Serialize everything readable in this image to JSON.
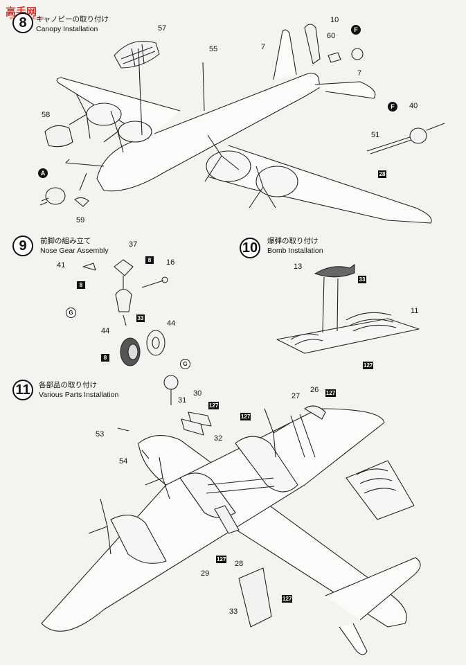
{
  "watermark": {
    "main": "高手网",
    "sub": "www.gaoshou.com"
  },
  "steps": [
    {
      "number": "8",
      "title_jp": "キャノピーの取り付け",
      "title_en": "Canopy Installation"
    },
    {
      "number": "9",
      "title_jp": "前脚の組み立て",
      "title_en": "Nose Gear Assembly"
    },
    {
      "number": "10",
      "title_jp": "爆弾の取り付け",
      "title_en": "Bomb Installation"
    },
    {
      "number": "11",
      "title_jp": "各部品の取り付け",
      "title_en": "Various Parts Installation"
    }
  ],
  "step8": {
    "parts": [
      "57",
      "55",
      "10",
      "60",
      "7",
      "7",
      "58",
      "51",
      "40",
      "59"
    ],
    "markers": [
      "F",
      "F",
      "A"
    ],
    "badges": [
      "28"
    ]
  },
  "step9": {
    "parts": [
      "37",
      "41",
      "16",
      "44",
      "44"
    ],
    "markers": [
      "G"
    ],
    "badges": [
      "8",
      "8",
      "33",
      "8"
    ]
  },
  "step10": {
    "parts": [
      "13",
      "11"
    ],
    "badges": [
      "33",
      "127"
    ]
  },
  "step11": {
    "parts": [
      "30",
      "31",
      "53",
      "54",
      "32",
      "27",
      "26",
      "29",
      "28",
      "33"
    ],
    "markers": [
      "G"
    ],
    "badges": [
      "127",
      "127",
      "127",
      "127",
      "127"
    ]
  }
}
